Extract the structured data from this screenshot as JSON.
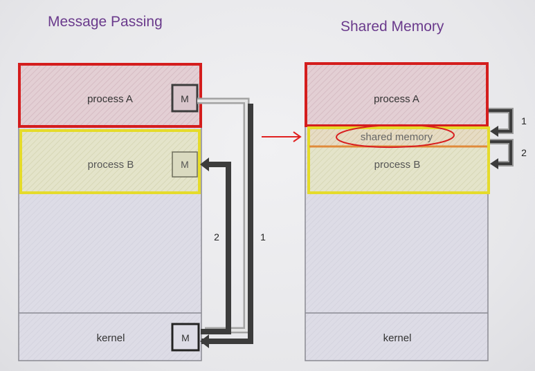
{
  "headings": {
    "left": "Message Passing",
    "right": "Shared Memory"
  },
  "left_diagram": {
    "process_a": "process A",
    "process_b": "process B",
    "kernel": "kernel",
    "message_box": "M",
    "step_1": "1",
    "step_2": "2"
  },
  "right_diagram": {
    "process_a": "process A",
    "shared_memory": "shared memory",
    "process_b": "process B",
    "kernel": "kernel",
    "step_1": "1",
    "step_2": "2"
  },
  "colors": {
    "heading": "#6a3a8c",
    "annotation_red": "#d81e1e",
    "highlight_yellow": "#e6dc2a",
    "process_a_fill": "#e2cdd2",
    "process_b_fill": "#e2e2c6",
    "memory_fill": "#dcdbe6"
  }
}
